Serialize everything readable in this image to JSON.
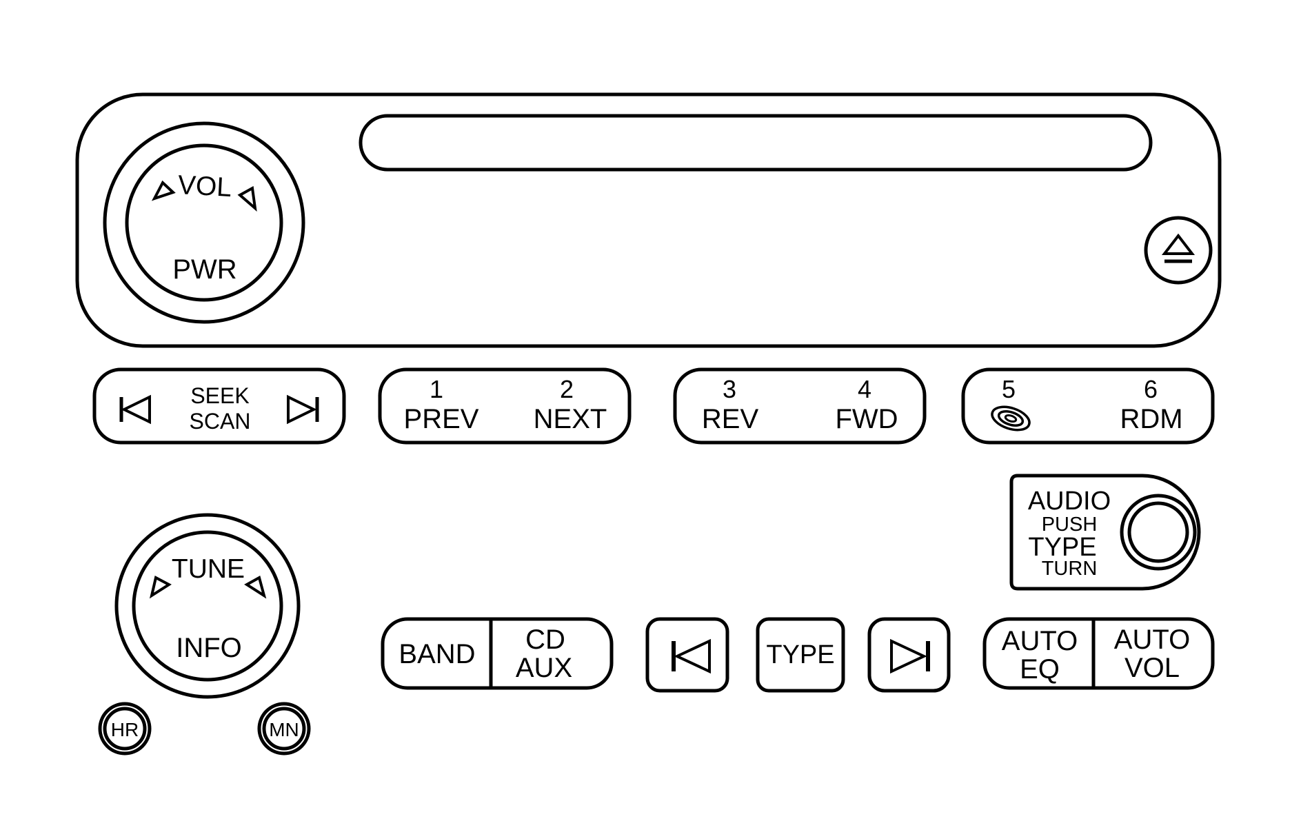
{
  "knob_volume": {
    "top_label": "VOL",
    "bottom_label": "PWR"
  },
  "knob_tune": {
    "top_label": "TUNE",
    "bottom_label": "INFO"
  },
  "small_buttons": {
    "hr": "HR",
    "mn": "MN"
  },
  "seek_scan": {
    "line1": "SEEK",
    "line2": "SCAN"
  },
  "presets": [
    {
      "number": "1",
      "label": "PREV"
    },
    {
      "number": "2",
      "label": "NEXT"
    },
    {
      "number": "3",
      "label": "REV"
    },
    {
      "number": "4",
      "label": "FWD"
    },
    {
      "number": "5",
      "label": ""
    },
    {
      "number": "6",
      "label": "RDM"
    }
  ],
  "audio_knob": {
    "line1": "AUDIO",
    "line2": "PUSH",
    "line3": "TYPE",
    "line4": "TURN"
  },
  "band_button": "BAND",
  "cd_aux_button": {
    "line1": "CD",
    "line2": "AUX"
  },
  "type_button": "TYPE",
  "auto_eq_button": {
    "line1": "AUTO",
    "line2": "EQ"
  },
  "auto_vol_button": {
    "line1": "AUTO",
    "line2": "VOL"
  },
  "icons": {
    "eject": "eject-icon",
    "seek_back": "seek-back-icon",
    "seek_forward": "seek-forward-icon",
    "disc": "disc-icon",
    "track_back": "track-back-icon",
    "track_forward": "track-forward-icon"
  }
}
